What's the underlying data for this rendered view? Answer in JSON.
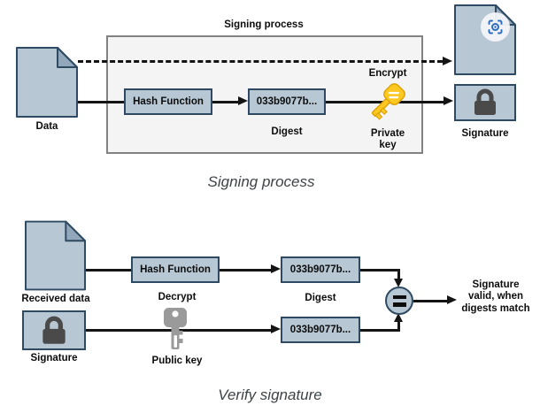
{
  "signing": {
    "title": "Signing process",
    "caption": "Signing process",
    "data_label": "Data",
    "hash_label": "Hash Function",
    "digest_value": "033b9077b...",
    "digest_label": "Digest",
    "encrypt_label": "Encrypt",
    "private_key_label": "Private\nkey",
    "signature_label": "Signature"
  },
  "verify": {
    "caption": "Verify signature",
    "received_label": "Received data",
    "hash_label": "Hash Function",
    "digest_value_top": "033b9077b...",
    "digest_label": "Digest",
    "decrypt_label": "Decrypt",
    "public_key_label": "Public key",
    "signature_label": "Signature",
    "digest_value_bottom": "033b9077b...",
    "result_text": "Signature\nvalid, when\ndigests match"
  },
  "icons": {
    "document-icon": "page with folded corner",
    "signed-document-icon": "page with folded corner and seal badge",
    "seal-badge-icon": "blue scan/seal mark in circle",
    "padlock-icon": "dark closed padlock",
    "private-key-icon": "gold key (diagonal)",
    "public-key-icon": "gray key (vertical)",
    "equals-icon": "="
  },
  "colors": {
    "node_fill": "#b7c7d3",
    "node_border": "#2e4a62",
    "doc_fold": "#92a8ba",
    "frame_fill": "#f4f4f4",
    "frame_border": "#828282",
    "line": "#141414",
    "caption_text": "#3e4347",
    "key_gold": "#fdc820",
    "key_gold_outline": "#dda307",
    "key_gray": "#9a9a9a",
    "lock_gray": "#4a4a4a",
    "badge_blue": "#2e6bc0"
  }
}
